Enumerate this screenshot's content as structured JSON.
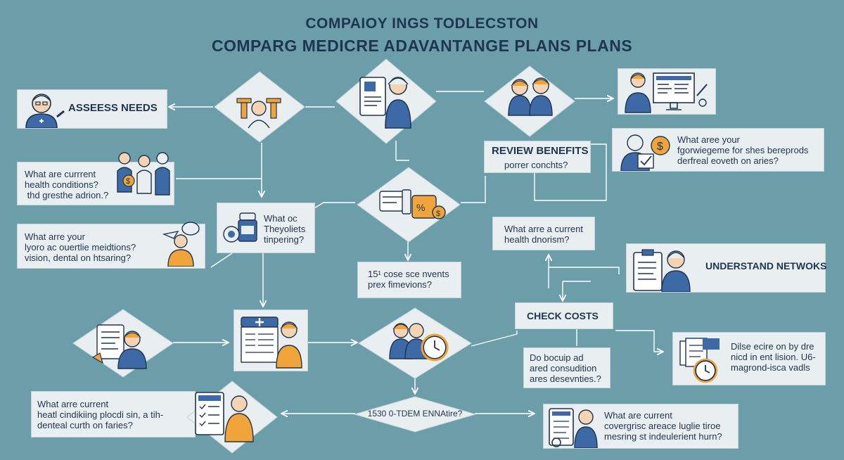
{
  "title": {
    "line1": "COMPAIOY INGS TODLECSTON",
    "line2": "COMPARG MEDICRE ADAVANTANGE PLANS PLANS"
  },
  "boxes": {
    "assess": "ASSEESS NEEDS",
    "health_q": "What are currrent\nhealth conditions?\n thd gresthe adrion.?",
    "meds_q": "What arre your\nlyoro ac ouertlie meidtions?\nvision, dental on htsaring?",
    "what_oc": "What oc\nTheyoliets\ntinpering?",
    "review_title": "REVIEW BENEFITS",
    "review_sub": "porrer conchts?",
    "what_your": "What aree your\nfgorwiegeme for shes bereprods\nderfreal eoveth on aries?",
    "current_cond": "What arre a current\nhealth dnorism?",
    "understand": "UNDERSTAND NETWOKS",
    "cost_events": "15¹ cose sce nvents\nprex fimevions?",
    "check_costs": "CHECK COSTS",
    "do_bocup": "Do bocuip ad\nared consudition\nares desevnties.?",
    "disease": "Dilse ecire on by dre\nnicd in ent lision. U6-\nmagrond-isca vadls",
    "bottom_left": "What arre current\nheatl cindikiing plocdi sin, a tih-\ndenteal curth on faries?",
    "bottom_center": "1530 0-TDEM ENNAtire?",
    "bottom_right": "What are current\ncovergrisc areace luglie tiroe\nmesring st indeulerient hurn?"
  },
  "colors": {
    "background": "#6b9ea8",
    "panel": "#e9eef0",
    "navy": "#1f3550",
    "blue": "#3d6aa6",
    "orange": "#f0a43a",
    "skin": "#f6d3b3"
  },
  "icons": [
    "doctor-icon",
    "family-icon",
    "person-icon",
    "clipboard-icon",
    "pills-icon",
    "money-icon",
    "clock-icon",
    "computer-icon",
    "medical-chart-icon"
  ]
}
